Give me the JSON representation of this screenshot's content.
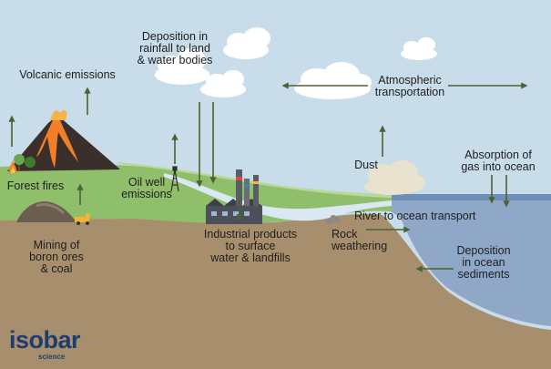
{
  "labels": {
    "volcanic": "Volcanic emissions",
    "deposition_rain": "Deposition in\nrainfall to land\n& water bodies",
    "atmospheric": "Atmospheric\ntransportation",
    "forest_fires": "Forest fires",
    "oil_well": "Oil well\nemissions",
    "dust": "Dust",
    "absorption": "Absorption of\ngas into ocean",
    "river": "River to ocean transport",
    "mining": "Mining of\nboron ores\n& coal",
    "industrial": "Industrial products\nto surface\nwater & landfills",
    "rock": "Rock\nweathering",
    "deposition_ocean": "Deposition\nin ocean\nsediments"
  },
  "logo": {
    "word": "isobar",
    "sub": "science"
  },
  "colors": {
    "sky": "#c8dce9",
    "cloud": "#ffffff",
    "ground": "#a78f6d",
    "grass": "#8fbf6a",
    "ocean": "#8fa8c8",
    "ocean_surface": "#6f8fb8",
    "arrow": "#4a6330",
    "volcano": "#3a2f2b",
    "lava": "#f07f27",
    "text": "#1e1e1e",
    "logo": "#1e3d6e"
  }
}
